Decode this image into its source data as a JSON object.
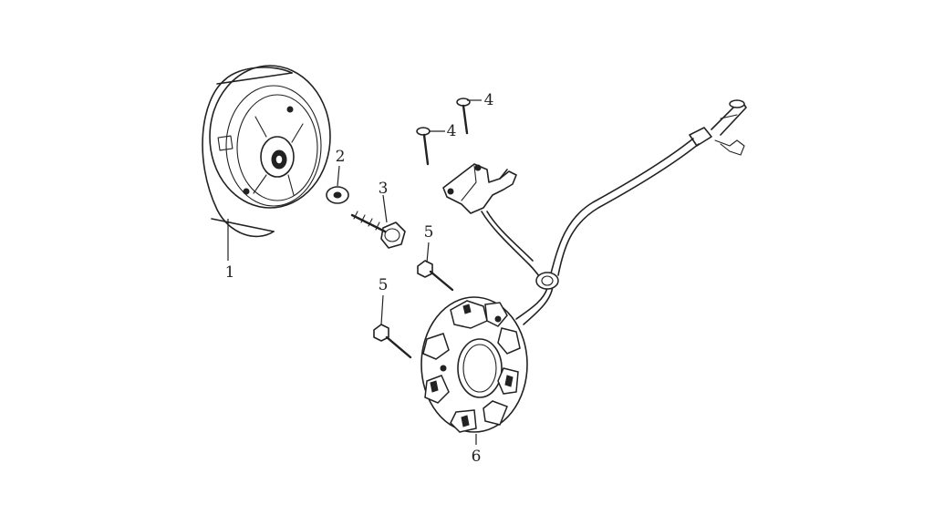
{
  "diagram": {
    "callouts": [
      {
        "id": "1",
        "label": "1"
      },
      {
        "id": "2",
        "label": "2"
      },
      {
        "id": "3",
        "label": "3"
      },
      {
        "id": "4a",
        "label": "4"
      },
      {
        "id": "4b",
        "label": "4"
      },
      {
        "id": "5a",
        "label": "5"
      },
      {
        "id": "5b",
        "label": "5"
      },
      {
        "id": "6",
        "label": "6"
      }
    ]
  }
}
